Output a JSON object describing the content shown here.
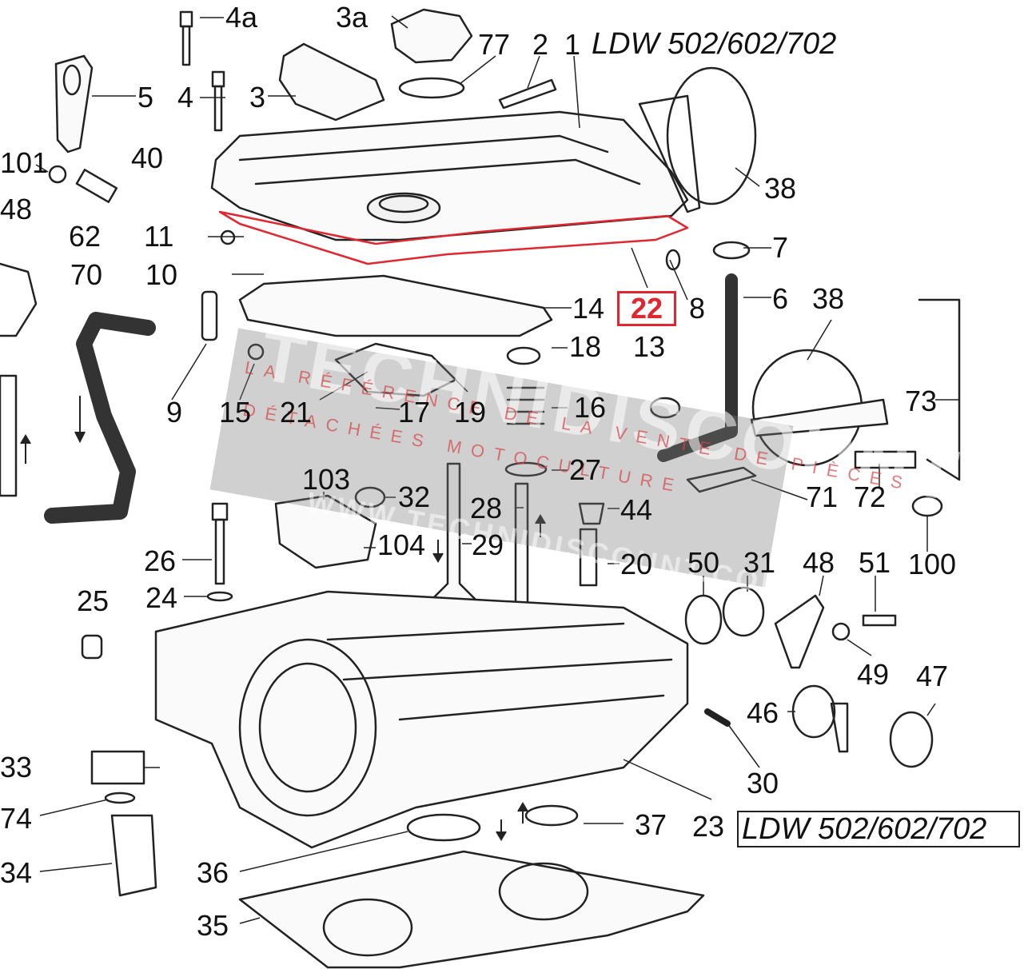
{
  "model_label_top": "LDW 502/602/702",
  "model_label_bottom": "LDW 502/602/702",
  "highlighted_part": "22",
  "colors": {
    "highlight": "#e0262e",
    "line": "#222222",
    "watermark": "#8a8a8a"
  },
  "watermark": {
    "brand": "TECHNIDISCOUNT",
    "line1": "LA RÉFÉRENCE DE LA VENTE DE PIÈCES",
    "line2": "DÉTACHÉES MOTOCULTURE",
    "url": "WWW.TECHNIDISCOUNT.COM"
  },
  "labels": {
    "p4a": "4a",
    "p3a": "3a",
    "p77": "77",
    "p2": "2",
    "p1": "1",
    "p5": "5",
    "p4": "4",
    "p3": "3",
    "p101": "101",
    "p40": "40",
    "p38a": "38",
    "p62": "62",
    "p11": "11",
    "p7": "7",
    "p48a": "48",
    "p70": "70",
    "p10": "10",
    "p14": "14",
    "p8": "8",
    "p6": "6",
    "p38b": "38",
    "p9": "9",
    "p15": "15",
    "p21": "21",
    "p17": "17",
    "p19": "19",
    "p18": "18",
    "p13": "13",
    "p16": "16",
    "p73": "73",
    "p27": "27",
    "p103": "103",
    "p32": "32",
    "p28": "28",
    "p44": "44",
    "p71": "71",
    "p72": "72",
    "p100": "100",
    "p104": "104",
    "p29": "29",
    "p26": "26",
    "p20": "20",
    "p50": "50",
    "p31": "31",
    "p48b": "48",
    "p51": "51",
    "p24": "24",
    "p25": "25",
    "p49": "49",
    "p47": "47",
    "p46": "46",
    "p33": "33",
    "p30": "30",
    "p74": "74",
    "p37": "37",
    "p23": "23",
    "p34": "34",
    "p36": "36",
    "p35": "35"
  }
}
